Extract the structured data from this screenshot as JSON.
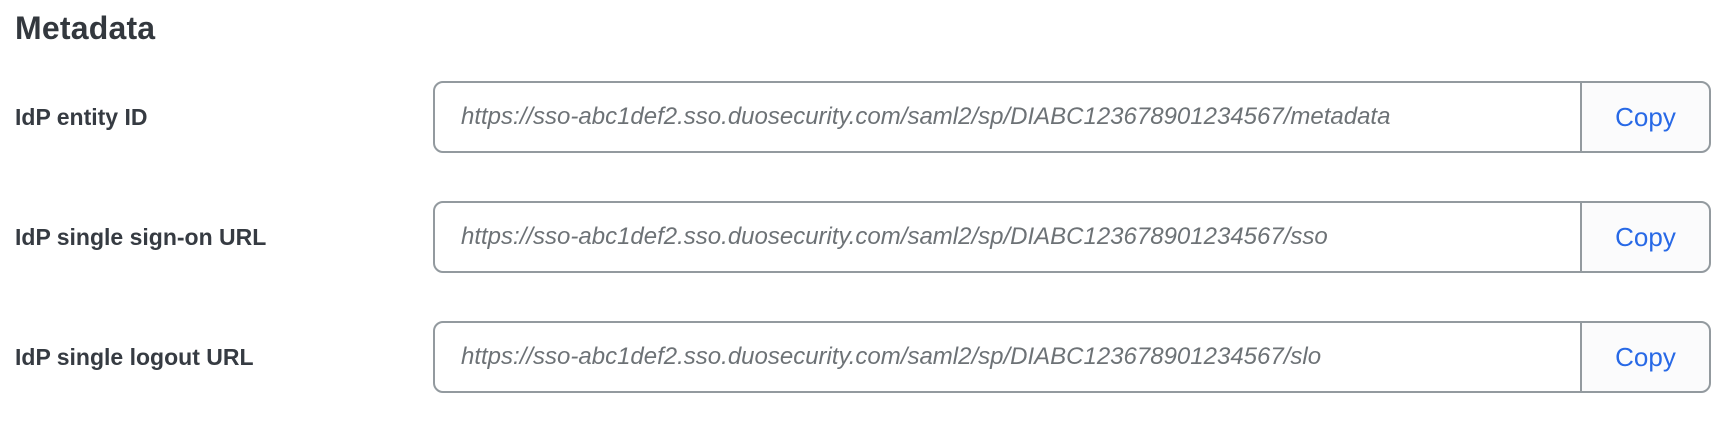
{
  "section": {
    "title": "Metadata"
  },
  "copy_label": "Copy",
  "rows": [
    {
      "label": "IdP entity ID",
      "value": "https://sso-abc1def2.sso.duosecurity.com/saml2/sp/DIABC123678901234567/metadata"
    },
    {
      "label": "IdP single sign-on URL",
      "value": "https://sso-abc1def2.sso.duosecurity.com/saml2/sp/DIABC123678901234567/sso"
    },
    {
      "label": "IdP single logout URL",
      "value": "https://sso-abc1def2.sso.duosecurity.com/saml2/sp/DIABC123678901234567/slo"
    }
  ],
  "colors": {
    "accent_blue": "#2869e6",
    "input_border": "#939a9f",
    "label_text": "#363b42",
    "value_text": "#6d7276"
  }
}
